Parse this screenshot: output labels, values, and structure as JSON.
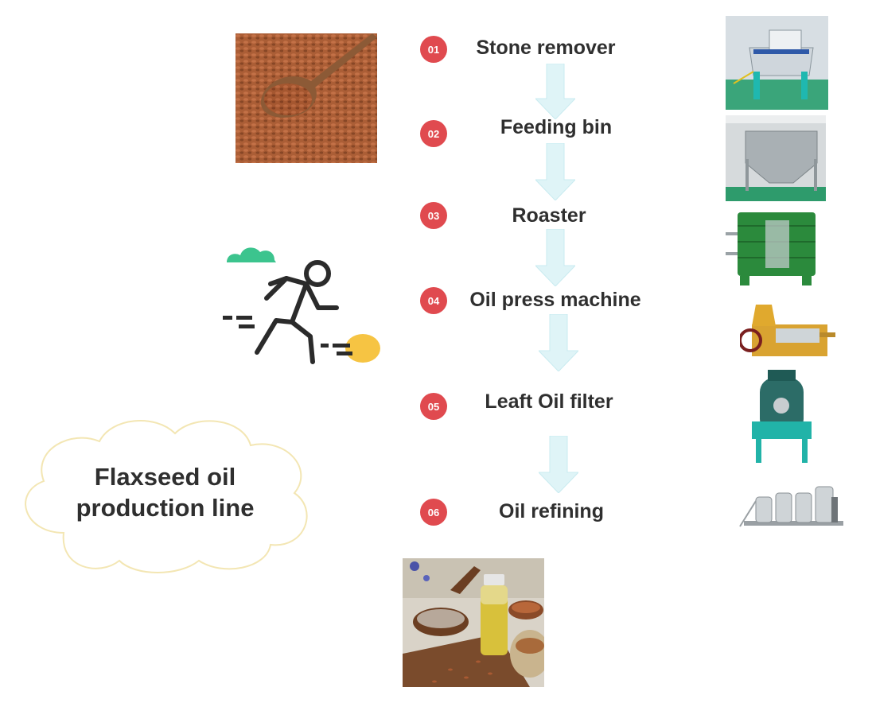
{
  "title": {
    "line1": "Flaxseed oil",
    "line2": "production line"
  },
  "steps": [
    {
      "number": "01",
      "label": "Stone remover"
    },
    {
      "number": "02",
      "label": "Feeding bin"
    },
    {
      "number": "03",
      "label": "Roaster"
    },
    {
      "number": "04",
      "label": "Oil press machine"
    },
    {
      "number": "05",
      "label": "Leaft Oil filter"
    },
    {
      "number": "06",
      "label": "Oil refining"
    }
  ],
  "colors": {
    "badge": "#e04a4f",
    "arrow": "#dff4f7",
    "arrow_stroke": "#c9ebf0",
    "cloud_stroke": "#f3e6b3",
    "runner_dark": "#2b2b2b",
    "runner_cloud": "#3cc48e",
    "runner_ball": "#f6c443"
  },
  "icons": [
    "running-man-icon",
    "cloud-icon",
    "ball-icon"
  ]
}
